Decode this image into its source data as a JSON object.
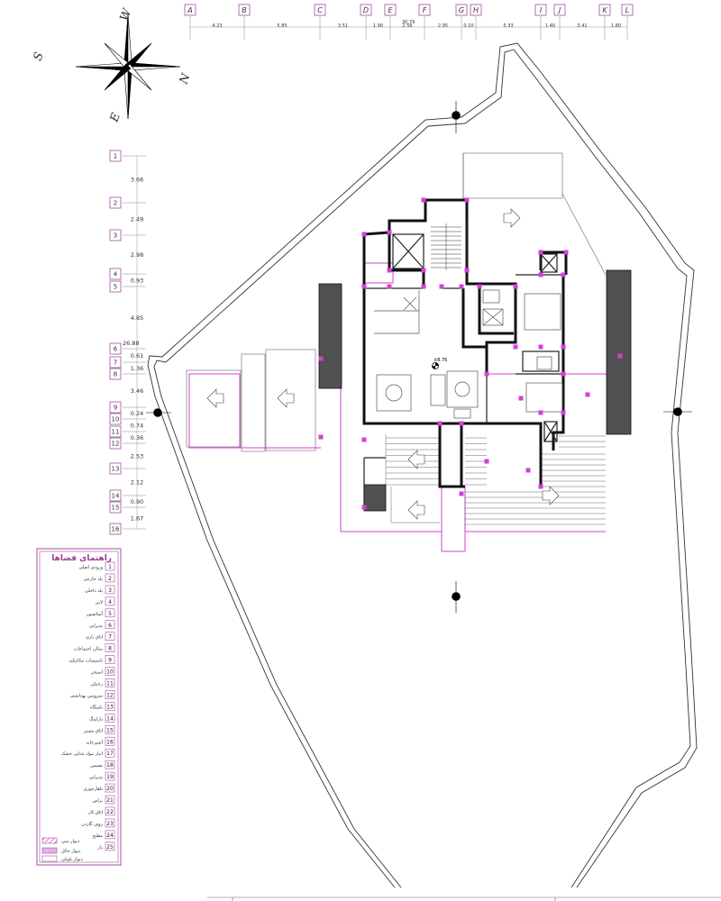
{
  "grid_columns": [
    {
      "label": "A"
    },
    {
      "label": "B"
    },
    {
      "label": "C"
    },
    {
      "label": "D"
    },
    {
      "label": "E"
    },
    {
      "label": "F"
    },
    {
      "label": "G"
    },
    {
      "label": "H"
    },
    {
      "label": "I"
    },
    {
      "label": "J"
    },
    {
      "label": "K"
    },
    {
      "label": "L"
    }
  ],
  "column_dimensions": [
    "4.23",
    "5.85",
    "3.51",
    "1.90",
    "2.56",
    "2.95",
    "0.10",
    "5.33",
    "1.40",
    "3.41",
    "1.80"
  ],
  "column_total": "30.79",
  "grid_rows": [
    {
      "label": "1"
    },
    {
      "label": "2"
    },
    {
      "label": "3"
    },
    {
      "label": "4"
    },
    {
      "label": "5"
    },
    {
      "label": "6"
    },
    {
      "label": "7"
    },
    {
      "label": "8"
    },
    {
      "label": "9"
    },
    {
      "label": "10"
    },
    {
      "label": "11"
    },
    {
      "label": "12"
    },
    {
      "label": "13"
    },
    {
      "label": "14"
    },
    {
      "label": "15"
    },
    {
      "label": "16"
    }
  ],
  "row_dimensions": [
    "3.66",
    "2.49",
    "2.98",
    "0.93",
    "4.85",
    "0.61",
    "1.36",
    "3.46",
    "0.24",
    "0.74",
    "0.36",
    "2.53",
    "2.12",
    "0.90",
    "1.67"
  ],
  "row_total": "26.88",
  "compass": {
    "n": "N",
    "s": "S",
    "e": "E",
    "w": "W"
  },
  "elevation_label": "±8.76",
  "legend": {
    "title": "راهنمای فضاها",
    "items": [
      {
        "num": "1",
        "label": "ورودی اصلی"
      },
      {
        "num": "2",
        "label": "پله خارجی"
      },
      {
        "num": "3",
        "label": "پله داخلی"
      },
      {
        "num": "4",
        "label": "لابی"
      },
      {
        "num": "5",
        "label": "آسانسور"
      },
      {
        "num": "6",
        "label": "پذیرایی"
      },
      {
        "num": "7",
        "label": "اتاق بازی"
      },
      {
        "num": "8",
        "label": "سالن اجتماعات"
      },
      {
        "num": "9",
        "label": "تاسیسات مکانیکی"
      },
      {
        "num": "10",
        "label": "استخر"
      },
      {
        "num": "11",
        "label": "رختکن"
      },
      {
        "num": "12",
        "label": "سرویس بهداشتی"
      },
      {
        "num": "13",
        "label": "باشگاه"
      },
      {
        "num": "14",
        "label": "پارکینگ"
      },
      {
        "num": "15",
        "label": "اتاق مستر"
      },
      {
        "num": "16",
        "label": "آشپزخانه"
      },
      {
        "num": "17",
        "label": "انبار مواد غذایی خشک"
      },
      {
        "num": "18",
        "label": "نشیمن"
      },
      {
        "num": "19",
        "label": "پذیرایی"
      },
      {
        "num": "20",
        "label": "ناهارخوری"
      },
      {
        "num": "21",
        "label": "تراس"
      },
      {
        "num": "22",
        "label": "اتاق کار"
      },
      {
        "num": "23",
        "label": "روف گاردن"
      },
      {
        "num": "24",
        "label": "مطبخ"
      },
      {
        "num": "25",
        "label": "بار"
      }
    ],
    "hatch": [
      {
        "label": "دیوار بتنی"
      },
      {
        "label": "دیوار حائل"
      },
      {
        "label": "دیوار بلوکی"
      }
    ]
  },
  "colors": {
    "accent": "#d63fd6",
    "frame": "#a050a0",
    "wall": "#111111",
    "dark_fill": "#505050"
  }
}
